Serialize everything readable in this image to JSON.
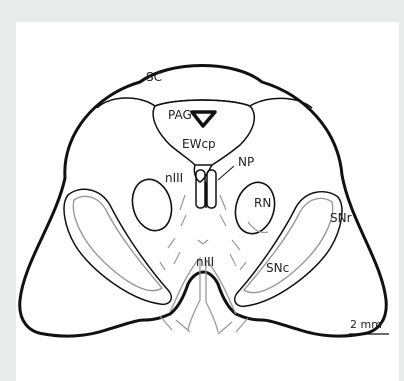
{
  "labels": {
    "sc": "SC",
    "pag": "PAG",
    "ewcp": "EWcp",
    "np": "NP",
    "niii_upper": "nIII",
    "rn": "RN",
    "snr": "SNr",
    "niii_lower": "nIII",
    "snc": "SNc"
  },
  "scale_bar": {
    "label": "2 mm"
  },
  "colors": {
    "background": "#e9eaea",
    "panel": "#ffffff",
    "outline": "#111111",
    "gray_outline": "#9a9a9a"
  }
}
